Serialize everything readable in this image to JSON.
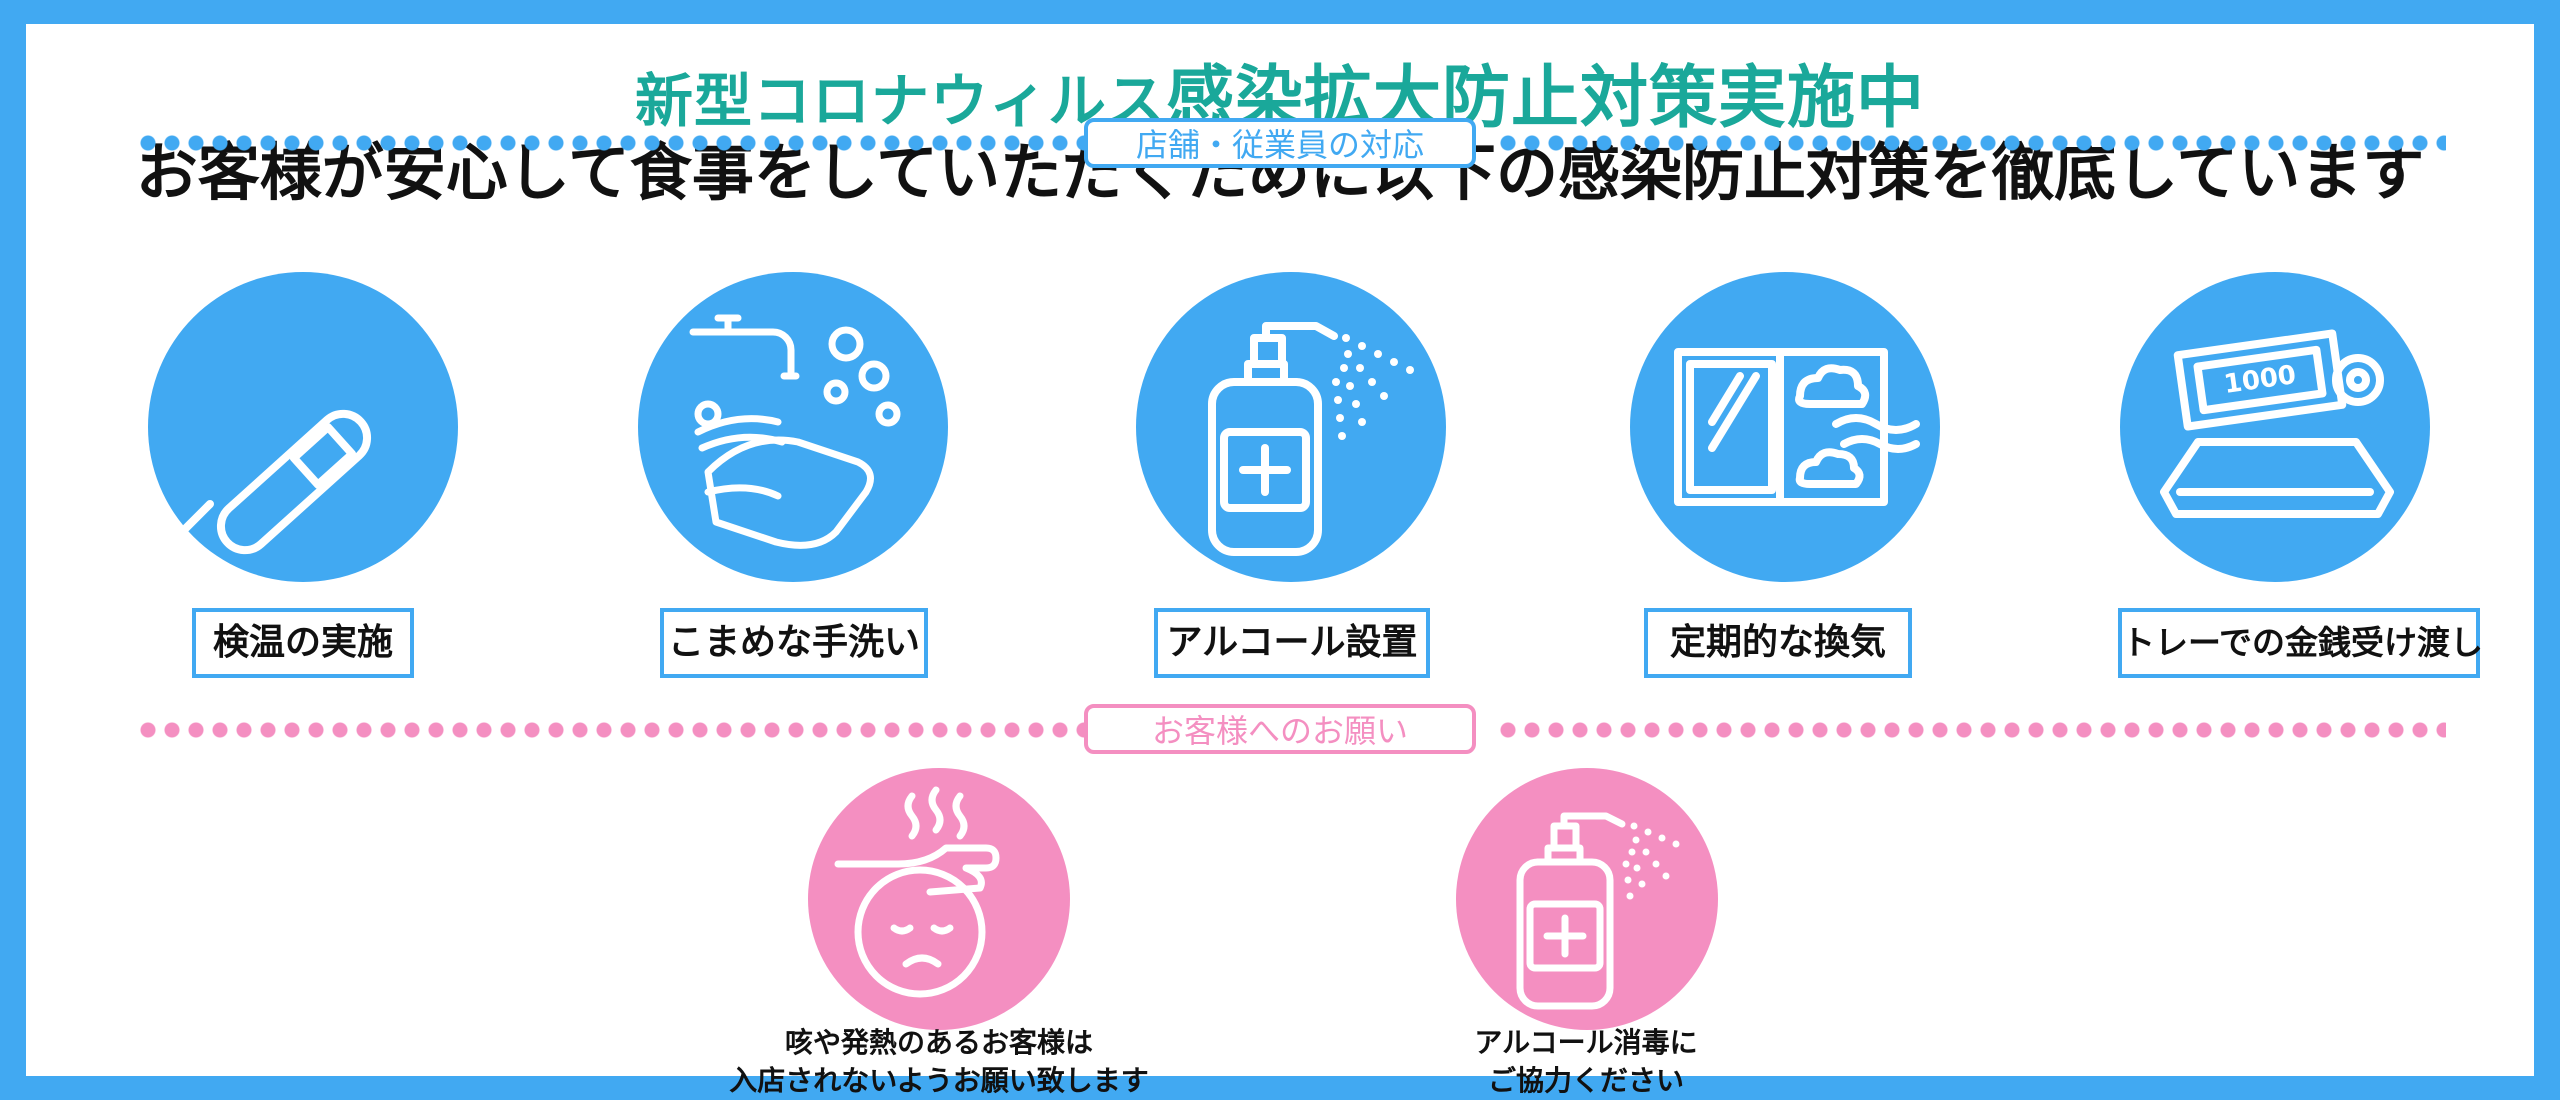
{
  "header": {
    "title_part1": "新型コロナウィルス",
    "title_part2": "感染拡大防止対策実施中",
    "subtitle": "お客様が安心して食事をしていただくために以下の感染防止対策を徹底しています"
  },
  "sections": {
    "staff": {
      "label": "店舗・従業員の対応",
      "items": [
        {
          "label": "検温の実施",
          "icon": "thermometer-icon"
        },
        {
          "label": "こまめな手洗い",
          "icon": "handwashing-icon"
        },
        {
          "label": "アルコール設置",
          "icon": "sanitizer-bottle-icon"
        },
        {
          "label": "定期的な換気",
          "icon": "window-ventilation-icon"
        },
        {
          "label": "トレーでの金銭受け渡し",
          "icon": "money-tray-icon"
        }
      ],
      "banknote_text": "1000"
    },
    "customer": {
      "label": "お客様へのお願い",
      "items": [
        {
          "line1": "咳や発熱のあるお客様は",
          "line2": "入店されないようお願い致します",
          "icon": "fever-face-icon"
        },
        {
          "line1": "アルコール消毒に",
          "line2": "ご協力ください",
          "icon": "sanitizer-bottle-icon"
        }
      ]
    }
  },
  "colors": {
    "frame": "#41a9f2",
    "accent_blue": "#41a9f2",
    "accent_pink": "#f48fc1",
    "title_teal": "#1aa89a"
  }
}
